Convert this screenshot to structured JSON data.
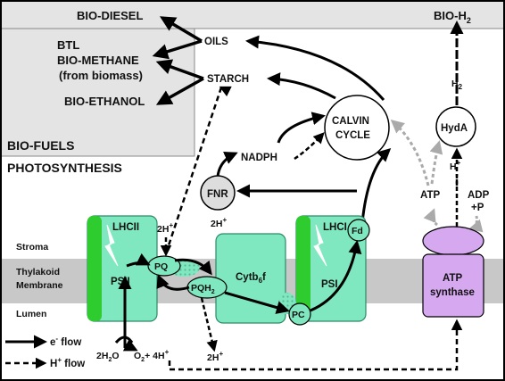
{
  "labels": {
    "bio_diesel": "BIO-DIESEL",
    "btl": "BTL",
    "bio_methane": "BIO-METHANE",
    "from_biomass": "(from biomass)",
    "bio_ethanol": "BIO-ETHANOL",
    "oils": "OILS",
    "starch": "STARCH",
    "bio_h2": "BIO-H",
    "bio_h2_sub": "2",
    "h2": "H",
    "h2_sub": "2",
    "hyda": "HydA",
    "h_plus": "H",
    "plus": "+",
    "atp_left": "ATP",
    "adp": "ADP",
    "adp_p": "+P",
    "calvin_1": "CALVIN",
    "calvin_2": "CYCLE",
    "nadph": "NADPH",
    "fnr": "FNR",
    "two_h_fnr": "2H",
    "biofuels_title": "BIO-FUELS",
    "photosynthesis_title": "PHOTOSYNTHESIS",
    "stroma": "Stroma",
    "thylakoid": "Thylakoid",
    "membrane": "Membrane",
    "lumen": "Lumen",
    "lhcii": "LHCII",
    "lhci": "LHCI",
    "psii": "PSII",
    "psi": "PSI",
    "pq": "PQ",
    "pqh2": "PQH",
    "pqh2_sub": "2",
    "cytb6f_a": "Cytb",
    "cytb6f_sub": "6",
    "cytb6f_b": "f",
    "pc": "PC",
    "fd": "Fd",
    "two_h_stroma": "2H",
    "atp_synthase_1": "ATP",
    "atp_synthase_2": "synthase",
    "water": "2H",
    "water_sub": "2",
    "water_o": "O",
    "o2_plus": "O",
    "o2_sub": "2",
    "o2_rest": "+ 4H",
    "two_h_lumen": "2H",
    "legend_e": "e",
    "legend_e_rest": " flow",
    "legend_h": "H",
    "legend_h_rest": " flow"
  },
  "colors": {
    "protein": "#7fe8c0",
    "protein_stroke": "#2a8a68",
    "lhc_green": "#2ecc2e",
    "atp_synthase": "#d6a8f0",
    "membrane_band": "#c8c8c8",
    "biofuels_bg": "#e4e4e4"
  }
}
